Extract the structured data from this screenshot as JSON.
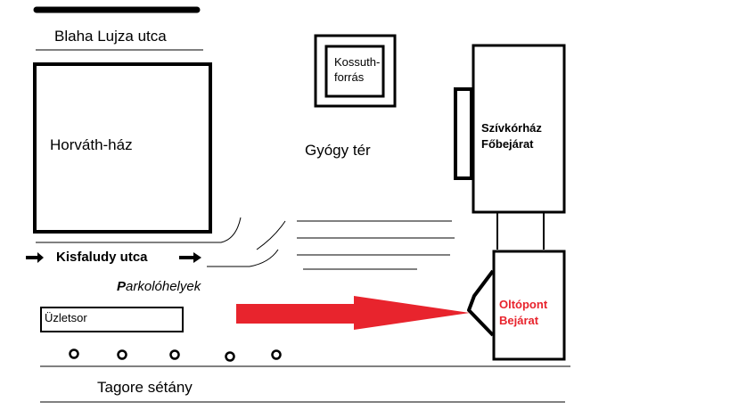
{
  "map": {
    "streets": {
      "blaha": "Blaha Lujza utca",
      "kisfaludy": "Kisfaludy utca",
      "tagore": "Tagore sétány",
      "gyogy_ter": "Gyógy tér"
    },
    "buildings": {
      "horvath": "Horváth-ház",
      "kossuth_line1": "Kossuth-",
      "kossuth_line2": "forrás",
      "szivkorhaz_line1": "Szívkórház",
      "szivkorhaz_line2": "Főbejárat",
      "oltopont_line1": "Oltópont",
      "oltopont_line2": "Bejárat",
      "uzletsor": "Üzletsor"
    },
    "parking": {
      "initial": "P",
      "rest": "arkolóhelyek"
    }
  },
  "colors": {
    "highlight_red": "#e8242d",
    "ink": "#000000"
  }
}
